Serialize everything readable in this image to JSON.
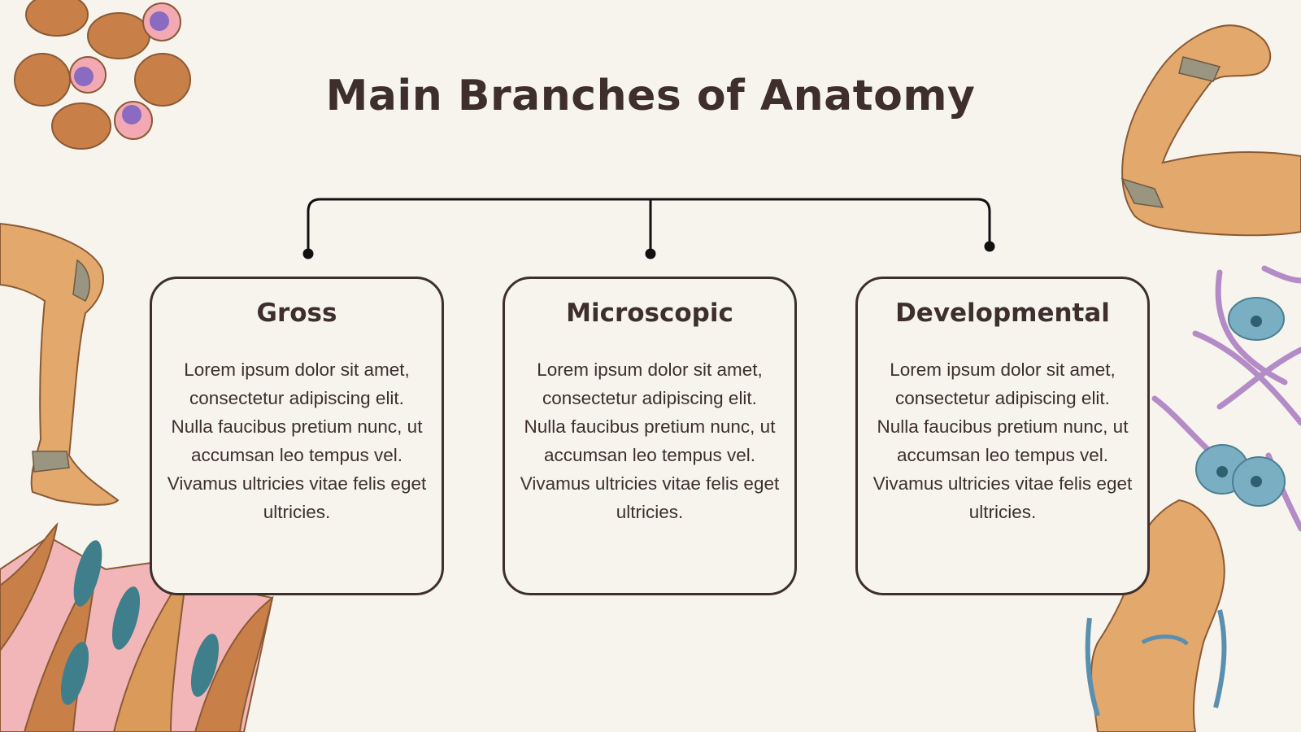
{
  "title": "Main Branches of Anatomy",
  "branches": [
    {
      "heading": "Gross",
      "text": "Lorem ipsum dolor sit amet, consectetur adipiscing elit. Nulla faucibus pretium nunc, ut accumsan leo tempus vel. Vivamus ultricies vitae felis eget ultricies."
    },
    {
      "heading": "Microscopic",
      "text": "Lorem ipsum dolor sit amet, consectetur adipiscing elit. Nulla faucibus pretium nunc, ut accumsan leo tempus vel. Vivamus ultricies vitae felis eget ultricies."
    },
    {
      "heading": "Developmental",
      "text": "Lorem ipsum dolor sit amet, consectetur adipiscing elit. Nulla faucibus pretium nunc, ut accumsan leo tempus vel. Vivamus ultricies vitae felis eget ultricies."
    }
  ],
  "colors": {
    "background": "#f7f4ee",
    "text": "#3e2f2c",
    "connector": "#111111",
    "skin": "#e3a86c",
    "cell_pink": "#f2a9b4",
    "cell_blue": "#7aaec2",
    "fiber_purple": "#b38bc6"
  },
  "decorations": [
    "blood-cells-illustration",
    "flexed-arm-illustration",
    "leg-muscles-illustration",
    "muscle-tissue-illustration",
    "nerve-cells-illustration",
    "knee-joint-illustration"
  ]
}
